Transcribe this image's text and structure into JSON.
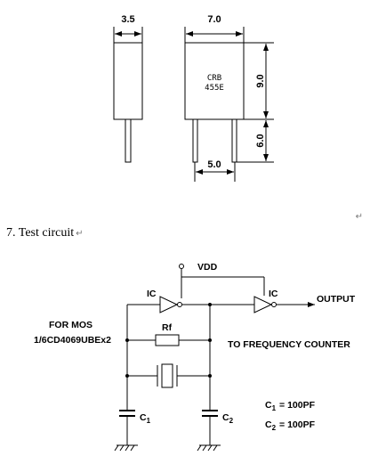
{
  "dimensions": {
    "width_side": "3.5",
    "width_front": "7.0",
    "height_body": "9.0",
    "height_leads": "6.0",
    "lead_pitch": "5.0"
  },
  "component_marking": {
    "line1": "CRB",
    "line2": "455E"
  },
  "section_heading": "7. Test circuit",
  "paragraph_marks": [
    "↵",
    "↵"
  ],
  "circuit": {
    "vdd_label": "VDD",
    "ic_label_1": "IC",
    "ic_label_2": "IC",
    "output_label": "OUTPUT",
    "for_mos_label": "FOR MOS",
    "ic_part_label": "1/6CD4069UBEx2",
    "rf_label": "Rf",
    "counter_label": "TO FREQUENCY COUNTER",
    "c1_symbol": "C",
    "c1_subscript": "1",
    "c2_symbol": "C",
    "c2_subscript": "2",
    "c1_value_symbol": "C",
    "c1_value_subscript": "1",
    "c1_value": "= 100PF",
    "c2_value_symbol": "C",
    "c2_value_subscript": "2",
    "c2_value": "= 100PF"
  }
}
